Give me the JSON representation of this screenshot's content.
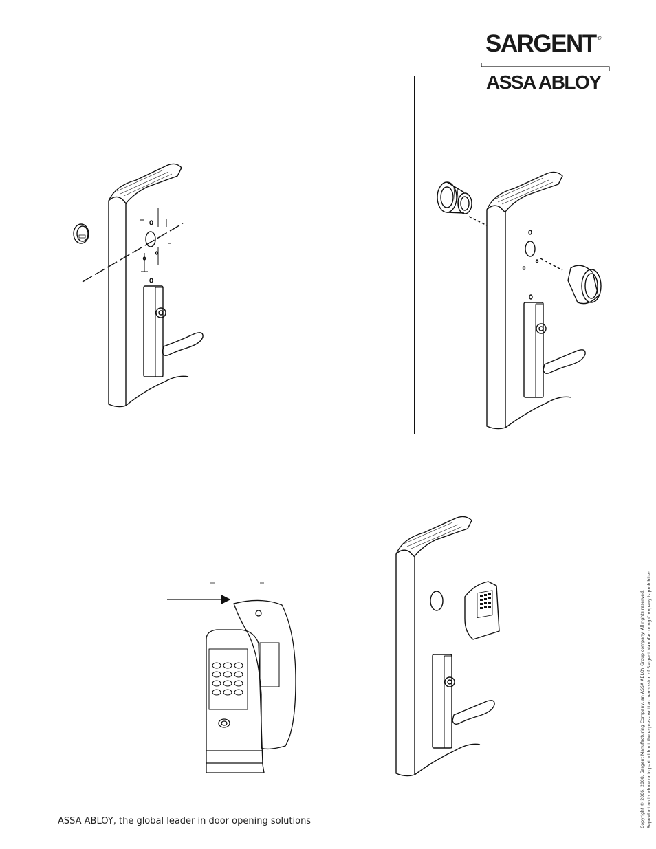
{
  "header": {
    "brand": "SARGENT",
    "brand_mark": "®",
    "parent_brand": "ASSA ABLOY"
  },
  "footer": {
    "tagline": "ASSA ABLOY, the global leader in door opening solutions"
  },
  "copyright": {
    "line1": "Copyright © 2006, 2008, Sargent Manufacturing Company, an ASSA ABLOY Group company. All rights reserved.",
    "line2": "Reproduction in whole or in part without the express written permission of Sargent Manufacturing Company is prohibited."
  },
  "figures": [
    {
      "id": "fig-1",
      "icon": "door-with-drill-template"
    },
    {
      "id": "fig-2",
      "icon": "door-with-bushings"
    },
    {
      "id": "fig-3",
      "icon": "keypad-with-backplate"
    },
    {
      "id": "fig-4",
      "icon": "door-with-keypad-installed"
    }
  ]
}
